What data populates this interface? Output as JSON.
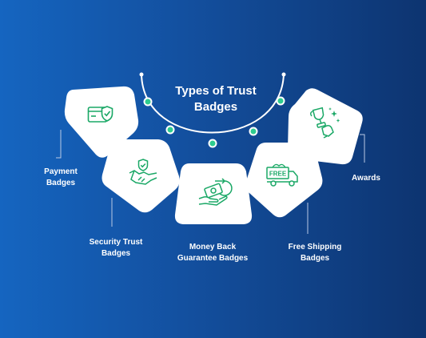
{
  "title": {
    "line1": "Types of Trust",
    "line2": "Badges"
  },
  "colors": {
    "accent": "#2ecc8f",
    "icon": "#1aa866",
    "tile": "#ffffff",
    "text": "#ffffff"
  },
  "badges": [
    {
      "label_line1": "Payment",
      "label_line2": "Badges",
      "icon": "card-shield-icon"
    },
    {
      "label_line1": "Security Trust",
      "label_line2": "Badges",
      "icon": "handshake-shield-icon"
    },
    {
      "label_line1": "Money Back",
      "label_line2": "Guarantee Badges",
      "icon": "money-back-icon"
    },
    {
      "label_line1": "Free Shipping",
      "label_line2": "Badges",
      "icon": "delivery-truck-icon"
    },
    {
      "label_line1": "Awards",
      "label_line2": "",
      "icon": "trophy-icon"
    }
  ],
  "truck_sign": "FREE"
}
